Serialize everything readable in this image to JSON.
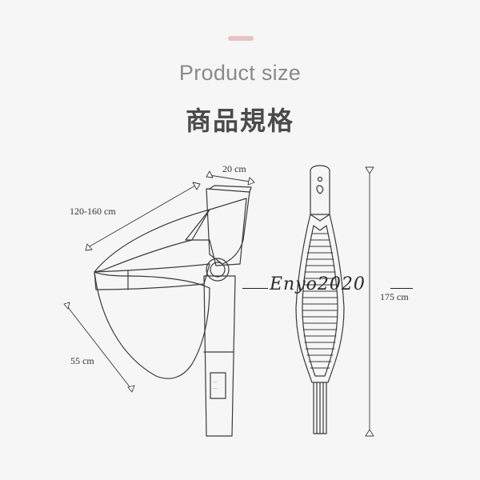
{
  "header": {
    "title_en": "Product size",
    "title_zh": "商品規格"
  },
  "dimensions": {
    "width": "20 cm",
    "strap": "120-160 cm",
    "depth": "55 cm",
    "total_length": "175 cm"
  },
  "watermark": {
    "text": "Enyo2020"
  },
  "colors": {
    "accent": "#e8c1c5",
    "line": "#3a3a3a",
    "background": "#f6f6f6"
  }
}
